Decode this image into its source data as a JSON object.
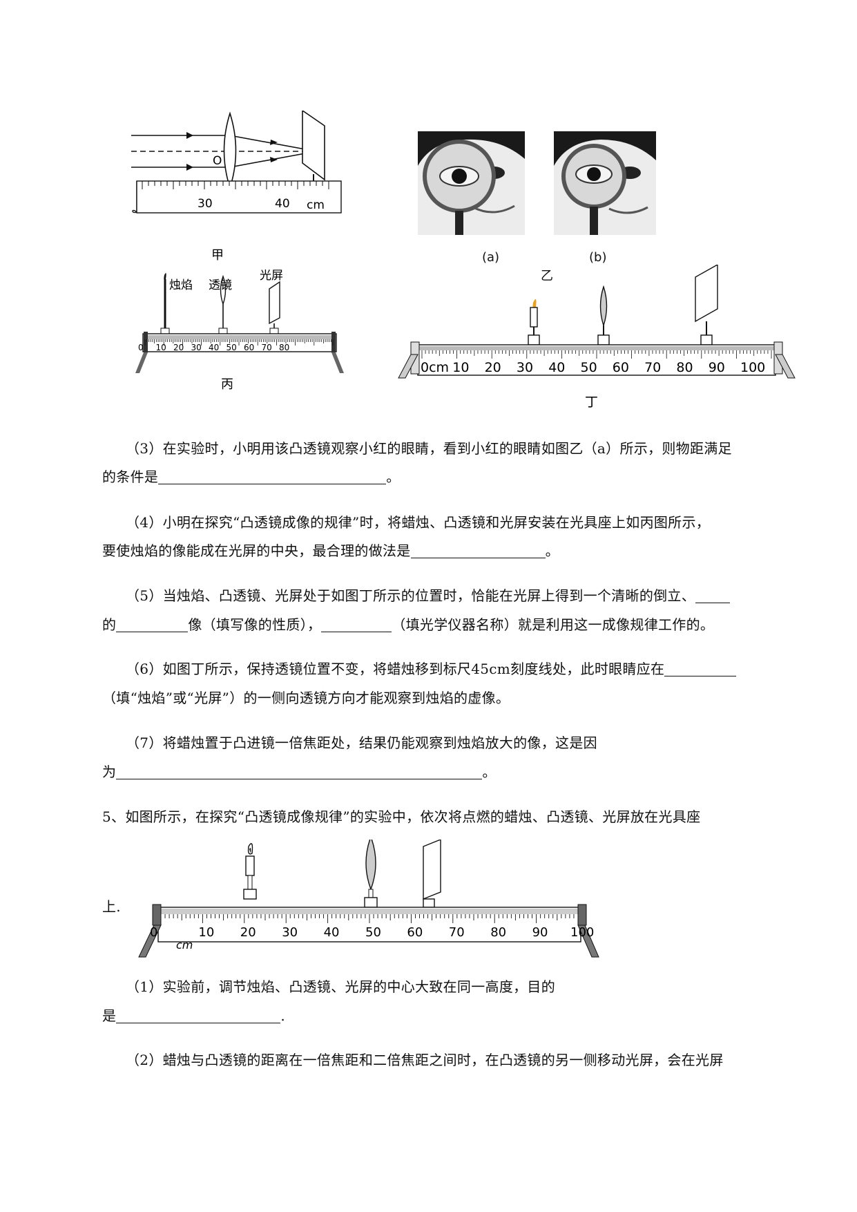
{
  "figures": {
    "jia": {
      "caption": "甲",
      "lens_label": "O",
      "tick_30": "30",
      "tick_40": "40",
      "unit": "cm"
    },
    "yi": {
      "caption": "乙",
      "photo_a_label": "(a)",
      "photo_b_label": "(b)"
    },
    "bing": {
      "caption": "丙",
      "candle_label": "烛焰",
      "lens_label": "透镜",
      "screen_label": "光屏",
      "ticks": [
        "0",
        "10",
        "20",
        "30",
        "40",
        "50",
        "60",
        "70",
        "80"
      ]
    },
    "ding": {
      "caption": "丁",
      "ticks": [
        "0cm",
        "10",
        "20",
        "30",
        "40",
        "50",
        "60",
        "70",
        "80",
        "90",
        "100"
      ]
    },
    "q5": {
      "ticks": [
        "0",
        "10",
        "20",
        "30",
        "40",
        "50",
        "60",
        "70",
        "80",
        "90",
        "100"
      ],
      "unit": "cm"
    }
  },
  "q3": {
    "line1": "（3）在实验时，小明用该凸透镜观察小红的眼睛，看到小红的眼睛如图乙（a）所示，则物距满足",
    "line2_pre": "的条件是",
    "line2_post": "。"
  },
  "q4": {
    "line1": "（4）小明在探究“凸透镜成像的规律”时，将蜡烛、凸透镜和光屏安装在光具座上如丙图所示，",
    "line2_pre": "要使烛焰的像能成在光屏的中央，最合理的做法是",
    "line2_post": "。"
  },
  "q5p": {
    "line1_pre": "（5）当烛焰、凸透镜、光屏处于如图丁所示的位置时，恰能在光屏上得到一个清晰的倒立、",
    "line2_pre": "的",
    "line2_mid1": "像（填写像的性质），",
    "line2_mid2": "（填光学仪器名称）就是利用这一成像规律工作的。"
  },
  "q6": {
    "line1_pre": "（6）如图丁所示，保持透镜位置不变，将蜡烛移到标尺45cm刻度线处，此时眼睛应在",
    "line2": "（填“烛焰”或“光屏”）的一侧向透镜方向才能观察到烛焰的虚像。"
  },
  "q7": {
    "line1": "（7）将蜡烛置于凸进镜一倍焦距处，结果仍能观察到烛焰放大的像，这是因",
    "line2_pre": "为",
    "line2_post": "。"
  },
  "p5": {
    "line1": "5、如图所示，在探究“凸透镜成像规律”的实验中，依次将点燃的蜡烛、凸透镜、光屏放在光具座",
    "line2": "上."
  },
  "p5q1": {
    "line1": "（1）实验前，调节烛焰、凸透镜、光屏的中心大致在同一高度，目的",
    "line2_pre": "是",
    "line2_post": "."
  },
  "p5q2": {
    "line1": "（2）蜡烛与凸透镜的距离在一倍焦距和二倍焦距之间时，在凸透镜的另一侧移动光屏，会在光屏"
  }
}
